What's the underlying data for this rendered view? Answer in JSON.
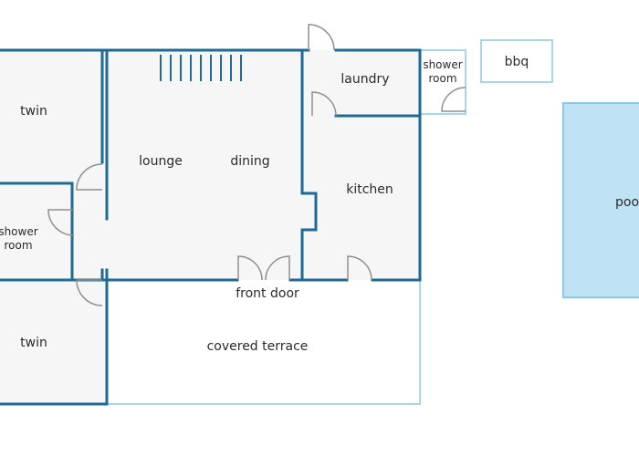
{
  "colors": {
    "wall": "#1f6a96",
    "outline": "#a9d6ea",
    "floor": "#f6f6f6",
    "pool_fill": "#bfe3f5",
    "pool_border": "#8dc8e6",
    "door": "#8f8f8f",
    "text": "#2b2b2b"
  },
  "rooms": {
    "twin_top": "twin",
    "shower_left_line1": "shower",
    "shower_left_line2": "room",
    "twin_bottom": "twin",
    "lounge": "lounge",
    "dining": "dining",
    "laundry": "laundry",
    "kitchen": "kitchen",
    "shower_right_line1": "shower",
    "shower_right_line2": "room",
    "bbq": "bbq",
    "pool": "pool"
  },
  "labels": {
    "front_door": "front door",
    "covered_terrace": "covered terrace"
  },
  "icons": {
    "stairs": "stairs-icon",
    "door": "door-swing-icon"
  }
}
